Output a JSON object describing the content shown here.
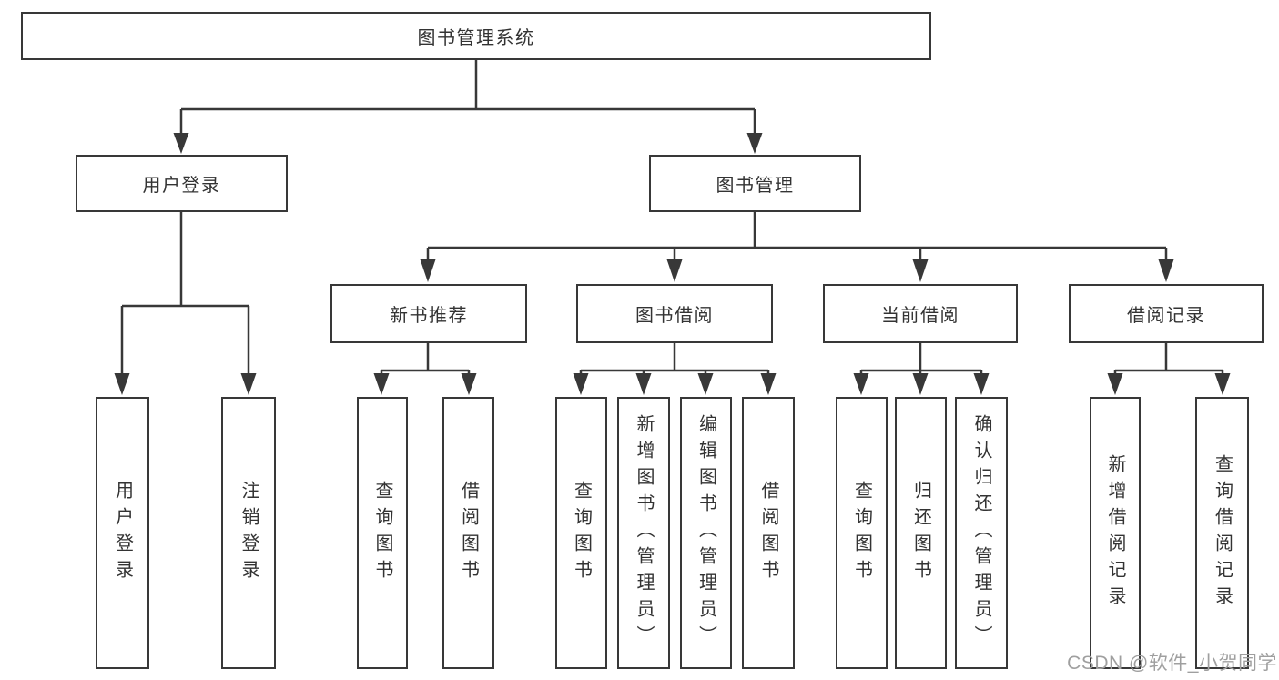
{
  "diagram_title": "图书管理系统",
  "tree": {
    "root": {
      "label": "图书管理系统",
      "children": [
        {
          "label": "用户登录",
          "children": [
            {
              "label": "用户登录"
            },
            {
              "label": "注销登录"
            }
          ]
        },
        {
          "label": "图书管理",
          "children": [
            {
              "label": "新书推荐",
              "children": [
                {
                  "label": "查询图书"
                },
                {
                  "label": "借阅图书"
                }
              ]
            },
            {
              "label": "图书借阅",
              "children": [
                {
                  "label": "查询图书"
                },
                {
                  "label": "新增图书（管理员）"
                },
                {
                  "label": "编辑图书（管理员）"
                },
                {
                  "label": "借阅图书"
                }
              ]
            },
            {
              "label": "当前借阅",
              "children": [
                {
                  "label": "查询图书"
                },
                {
                  "label": "归还图书"
                },
                {
                  "label": "确认归还（管理员）"
                }
              ]
            },
            {
              "label": "借阅记录",
              "children": [
                {
                  "label": "新增借阅记录"
                },
                {
                  "label": "查询借阅记录"
                }
              ]
            }
          ]
        }
      ]
    }
  },
  "watermark": {
    "text": "CSDN @软件_小贺同学"
  },
  "colors": {
    "line": "#383838",
    "box_border": "#383838",
    "text": "#333333",
    "background": "#ffffff",
    "watermark": "#9f9f9f"
  }
}
